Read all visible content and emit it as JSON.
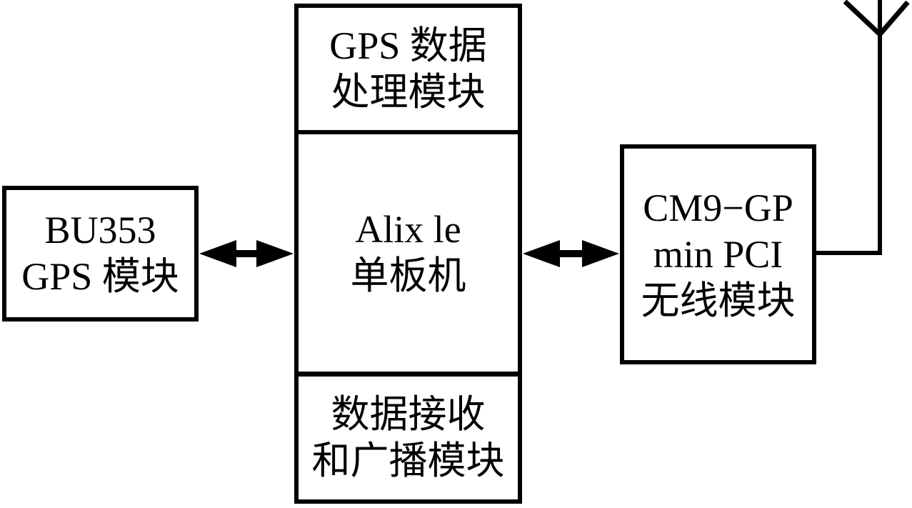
{
  "diagram": {
    "background_color": "#ffffff",
    "line_color": "#000000",
    "blocks": {
      "bu353_gps_module": {
        "lines": [
          "BU353",
          "GPS 模块"
        ]
      },
      "gps_data_processing": {
        "lines": [
          "GPS 数据",
          "处理模块"
        ]
      },
      "alix_sbc": {
        "lines": [
          "Alix le",
          "单板机"
        ]
      },
      "data_receive_broadcast": {
        "lines": [
          "数据接收",
          "和广播模块"
        ]
      },
      "cm9_wireless_module": {
        "lines": [
          "CM9−GP",
          "min PCI",
          "无线模块"
        ]
      }
    },
    "connectors": [
      {
        "name": "bu353-to-alix",
        "type": "double-headed-arrow"
      },
      {
        "name": "alix-to-cm9",
        "type": "double-headed-arrow"
      },
      {
        "name": "cm9-to-antenna",
        "type": "line"
      }
    ],
    "icons": [
      {
        "name": "antenna-icon",
        "meaning": "wireless antenna"
      }
    ]
  }
}
